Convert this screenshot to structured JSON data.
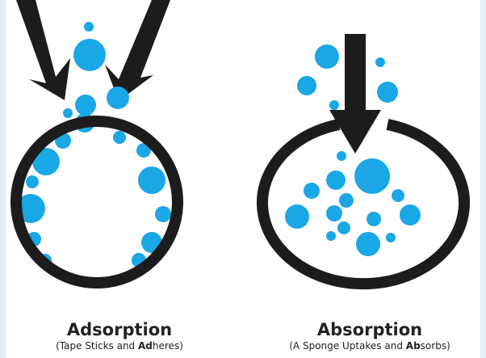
{
  "colors": {
    "ink": "#1c1c1c",
    "bubble": "#1aa7e6",
    "edge": "#e6edf5"
  },
  "left": {
    "title": "Adsorption",
    "subtitle": {
      "pre": "(Tape Sticks and ",
      "bold": "Ad",
      "post": "heres)"
    }
  },
  "right": {
    "title": "Absorption",
    "subtitle": {
      "pre": "(A Sponge Uptakes and ",
      "bold": "Ab",
      "post": "sorbs)"
    }
  }
}
